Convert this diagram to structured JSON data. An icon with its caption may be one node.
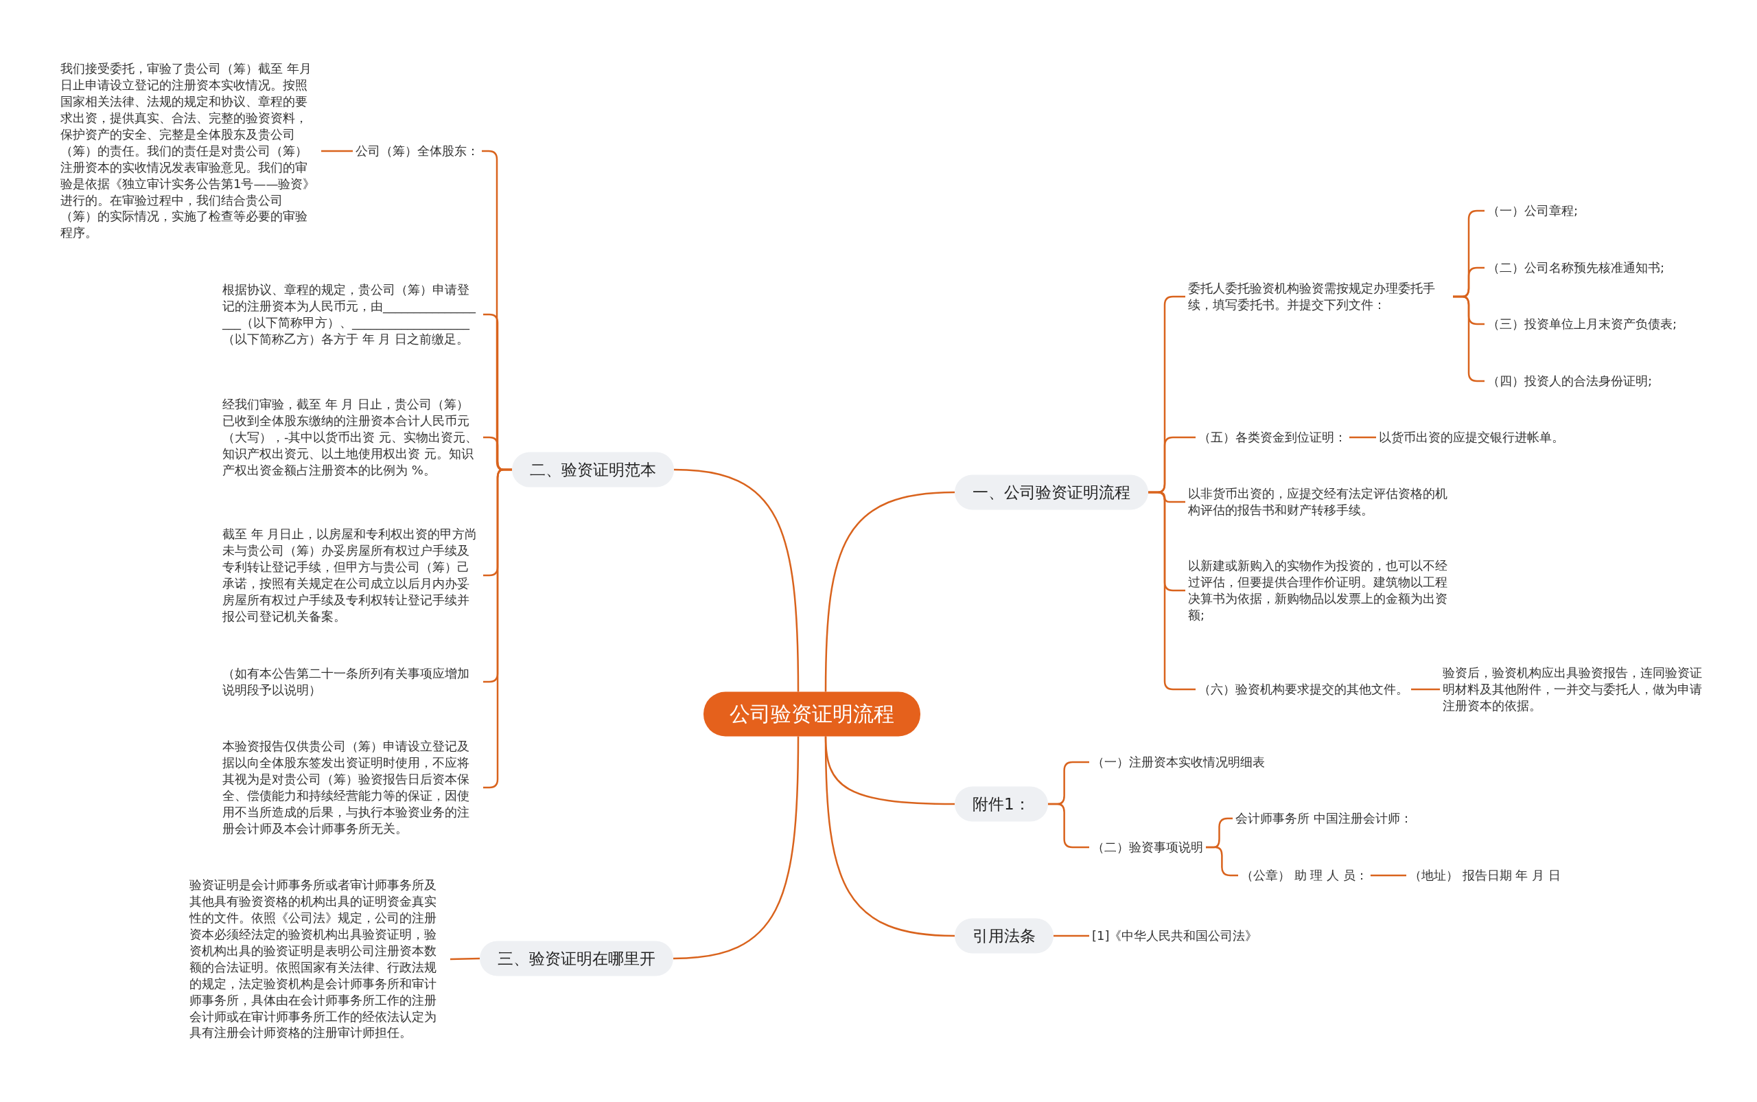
{
  "diagram": {
    "nodes": [
      {
        "text": [
          "公司验资证明流程"
        ]
      },
      {
        "text": [
          "一、公司验资证明流程"
        ]
      },
      {
        "text": [
          "委托人委托验资机构验资需按规定办理委托手续，填写委托书。并提交下列文件："
        ]
      },
      {
        "text": [
          "（一）公司章程;"
        ]
      },
      {
        "text": [
          "（二）公司名称预先核准通知书;"
        ]
      },
      {
        "text": [
          "（三）投资单位上月末资产负债表;"
        ]
      },
      {
        "text": [
          "（四）投资人的合法身份证明;"
        ]
      },
      {
        "text": [
          "（五）各类资金到位证明："
        ]
      },
      {
        "text": [
          "以货币出资的应提交银行进帐单。"
        ]
      },
      {
        "text": [
          "以非货币出资的，应提交经有法定评估资格的机构评估的报告书和财产转移手续。"
        ]
      },
      {
        "text": [
          "以新建或新购入的实物作为投资的，也可以不经过评估，但要提供合理作价证明。建筑物以工程决算书为依据，新购物品以发票上的金额为出资额;"
        ]
      },
      {
        "text": [
          "（六）验资机构要求提交的其他文件。"
        ]
      },
      {
        "text": [
          "验资后，验资机构应出具验资报告，连同验资证明材料及其他附件，一并交与委托人，做为申请注册资本的依据。"
        ]
      },
      {
        "text": [
          "附件1："
        ]
      },
      {
        "text": [
          "（一）注册资本实收情况明细表"
        ]
      },
      {
        "text": [
          "（二）验资事项说明"
        ]
      },
      {
        "text": [
          "会计师事务所 中国注册会计师："
        ]
      },
      {
        "text": [
          "（公章） 助 理 人 员："
        ]
      },
      {
        "text": [
          "（地址） 报告日期 年 月 日"
        ]
      },
      {
        "text": [
          "引用法条"
        ]
      },
      {
        "text": [
          "[1]《中华人民共和国公司法》"
        ]
      },
      {
        "text": [
          "二、验资证明范本"
        ]
      },
      {
        "text": [
          "公司（筹）全体股东："
        ]
      },
      {
        "text": [
          "我们接受委托，审验了贵公司（筹）截至 年月日止申请设立登记的注册资本实收情况。按照国家相关法律、法规的规定和协议、章程的要求出资，提供真实、合法、完整的验资资料，保护资产的安全、完整是全体股东及贵公司（筹）的责任。我们的责任是对贵公司（筹）注册资本的实收情况发表审验意见。我们的审验是依据《独立审计实务公告第1号——验资》进行的。在审验过程中，我们结合贵公司（筹）的实际情况，实施了检查等必要的审验程序。"
        ]
      },
      {
        "text": [
          "根据协议、章程的规定，贵公司（筹）申请登记的注册资本为人民币元，由__________________（以下简称甲方）、___________________（以下简称乙方）各方于 年 月 日之前缴足。"
        ]
      },
      {
        "text": [
          "经我们审验，截至 年 月 日止，贵公司（筹）已收到全体股东缴纳的注册资本合计人民币元（大写），-其中以货币出资 元、实物出资元、知识产权出资元、以土地使用权出资 元。知识产权出资金额占注册资本的比例为 %。"
        ]
      },
      {
        "text": [
          "截至 年 月日止，以房屋和专利权出资的甲方尚未与贵公司（筹）办妥房屋所有权过户手续及专利转让登记手续，但甲方与贵公司（筹）己承诺，按照有关规定在公司成立以后月内办妥房屋所有权过户手续及专利权转让登记手续并报公司登记机关备案。"
        ]
      },
      {
        "text": [
          "（如有本公告第二十一条所列有关事项应增加说明段予以说明）"
        ]
      },
      {
        "text": [
          "本验资报告仅供贵公司（筹）申请设立登记及据以向全体股东签发出资证明时使用，不应将其视为是对贵公司（筹）验资报告日后资本保全、偿债能力和持续经营能力等的保证，因使用不当所造成的后果，与执行本验资业务的注册会计师及本会计师事务所无关。"
        ]
      },
      {
        "text": [
          "三、验资证明在哪里开"
        ]
      },
      {
        "text": [
          "验资证明是会计师事务所或者审计师事务所及其他具有验资资格的机构出具的证明资金真实性的文件。依照《公司法》规定，公司的注册资本必须经法定的验资机构出具验资证明，验资机构出具的验资证明是表明公司注册资本数额的合法证明。依照国家有关法律、行政法规的规定，法定验资机构是会计师事务所和审计师事务所，具体由在会计师事务所工作的注册会计师或在审计师事务所工作的经依法认定为具有注册会计师资格的注册审计师担任。"
        ]
      }
    ],
    "edges": [
      {
        "from": 0,
        "to": 1,
        "arrow": "none"
      },
      {
        "from": 1,
        "to": 2,
        "arrow": "none"
      },
      {
        "from": 2,
        "to": 3,
        "arrow": "none"
      },
      {
        "from": 2,
        "to": 4,
        "arrow": "none"
      },
      {
        "from": 2,
        "to": 5,
        "arrow": "none"
      },
      {
        "from": 2,
        "to": 6,
        "arrow": "none"
      },
      {
        "from": 1,
        "to": 7,
        "arrow": "none"
      },
      {
        "from": 7,
        "to": 8,
        "arrow": "none"
      },
      {
        "from": 1,
        "to": 9,
        "arrow": "none"
      },
      {
        "from": 1,
        "to": 10,
        "arrow": "none"
      },
      {
        "from": 1,
        "to": 11,
        "arrow": "none"
      },
      {
        "from": 11,
        "to": 12,
        "arrow": "none"
      },
      {
        "from": 0,
        "to": 13,
        "arrow": "none"
      },
      {
        "from": 13,
        "to": 14,
        "arrow": "none"
      },
      {
        "from": 13,
        "to": 15,
        "arrow": "none"
      },
      {
        "from": 15,
        "to": 16,
        "arrow": "none"
      },
      {
        "from": 15,
        "to": 17,
        "arrow": "none"
      },
      {
        "from": 17,
        "to": 18,
        "arrow": "none"
      },
      {
        "from": 0,
        "to": 19,
        "arrow": "none"
      },
      {
        "from": 19,
        "to": 20,
        "arrow": "none"
      },
      {
        "from": 0,
        "to": 21,
        "arrow": "none"
      },
      {
        "from": 21,
        "to": 22,
        "arrow": "none"
      },
      {
        "from": 22,
        "to": 23,
        "arrow": "none"
      },
      {
        "from": 21,
        "to": 24,
        "arrow": "none"
      },
      {
        "from": 21,
        "to": 25,
        "arrow": "none"
      },
      {
        "from": 21,
        "to": 26,
        "arrow": "none"
      },
      {
        "from": 21,
        "to": 27,
        "arrow": "none"
      },
      {
        "from": 21,
        "to": 28,
        "arrow": "none"
      },
      {
        "from": 0,
        "to": 29,
        "arrow": "none"
      },
      {
        "from": 29,
        "to": 30,
        "arrow": "none"
      }
    ]
  }
}
